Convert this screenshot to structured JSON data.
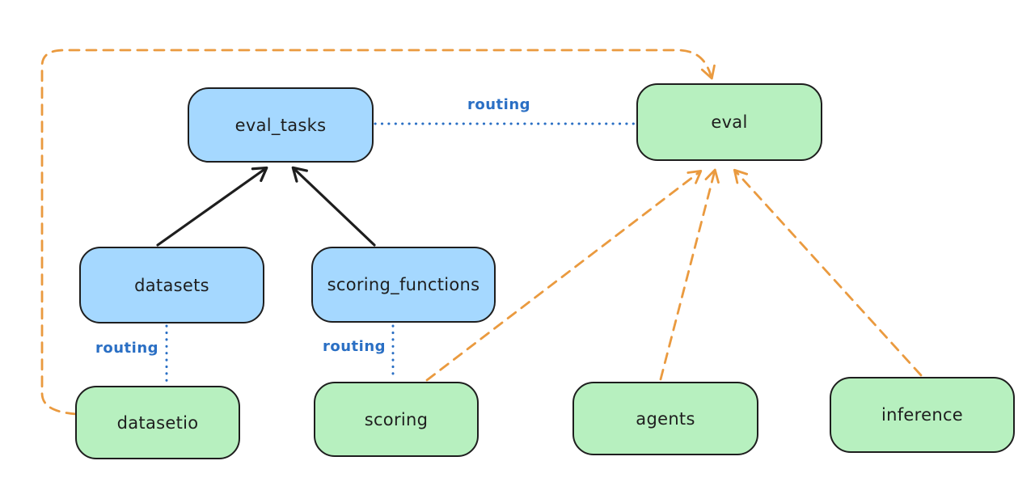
{
  "diagram": {
    "nodes": {
      "eval_tasks": {
        "label": "eval_tasks",
        "color": "blue"
      },
      "eval": {
        "label": "eval",
        "color": "green"
      },
      "datasets": {
        "label": "datasets",
        "color": "blue"
      },
      "scoring_functions": {
        "label": "scoring_functions",
        "color": "blue"
      },
      "datasetio": {
        "label": "datasetio",
        "color": "green"
      },
      "scoring": {
        "label": "scoring",
        "color": "green"
      },
      "agents": {
        "label": "agents",
        "color": "green"
      },
      "inference": {
        "label": "inference",
        "color": "green"
      }
    },
    "labels": {
      "routing_eval_tasks_to_eval": "routing",
      "routing_datasets_to_datasetio": "routing",
      "routing_scoring_functions_to_scoring": "routing"
    },
    "edges": [
      {
        "from": "datasets",
        "to": "eval_tasks",
        "style": "solid-black-arrow"
      },
      {
        "from": "scoring_functions",
        "to": "eval_tasks",
        "style": "solid-black-arrow"
      },
      {
        "from": "eval_tasks",
        "to": "eval",
        "style": "dotted-blue",
        "label": "routing"
      },
      {
        "from": "datasets",
        "to": "datasetio",
        "style": "dotted-blue",
        "label": "routing"
      },
      {
        "from": "scoring_functions",
        "to": "scoring",
        "style": "dotted-blue",
        "label": "routing"
      },
      {
        "from": "datasetio",
        "to": "eval",
        "style": "dashed-orange-arrow"
      },
      {
        "from": "scoring",
        "to": "eval",
        "style": "dashed-orange-arrow"
      },
      {
        "from": "agents",
        "to": "eval",
        "style": "dashed-orange-arrow"
      },
      {
        "from": "inference",
        "to": "eval",
        "style": "dashed-orange-arrow"
      }
    ],
    "colors": {
      "box_border": "#1e1e1e",
      "blue_fill": "#a5d8ff",
      "green_fill": "#b7f0bf",
      "routing_blue": "#2a6fc4",
      "arrow_black": "#1e1e1e",
      "arrow_orange": "#ea9a3f",
      "background": "#ffffff"
    }
  }
}
